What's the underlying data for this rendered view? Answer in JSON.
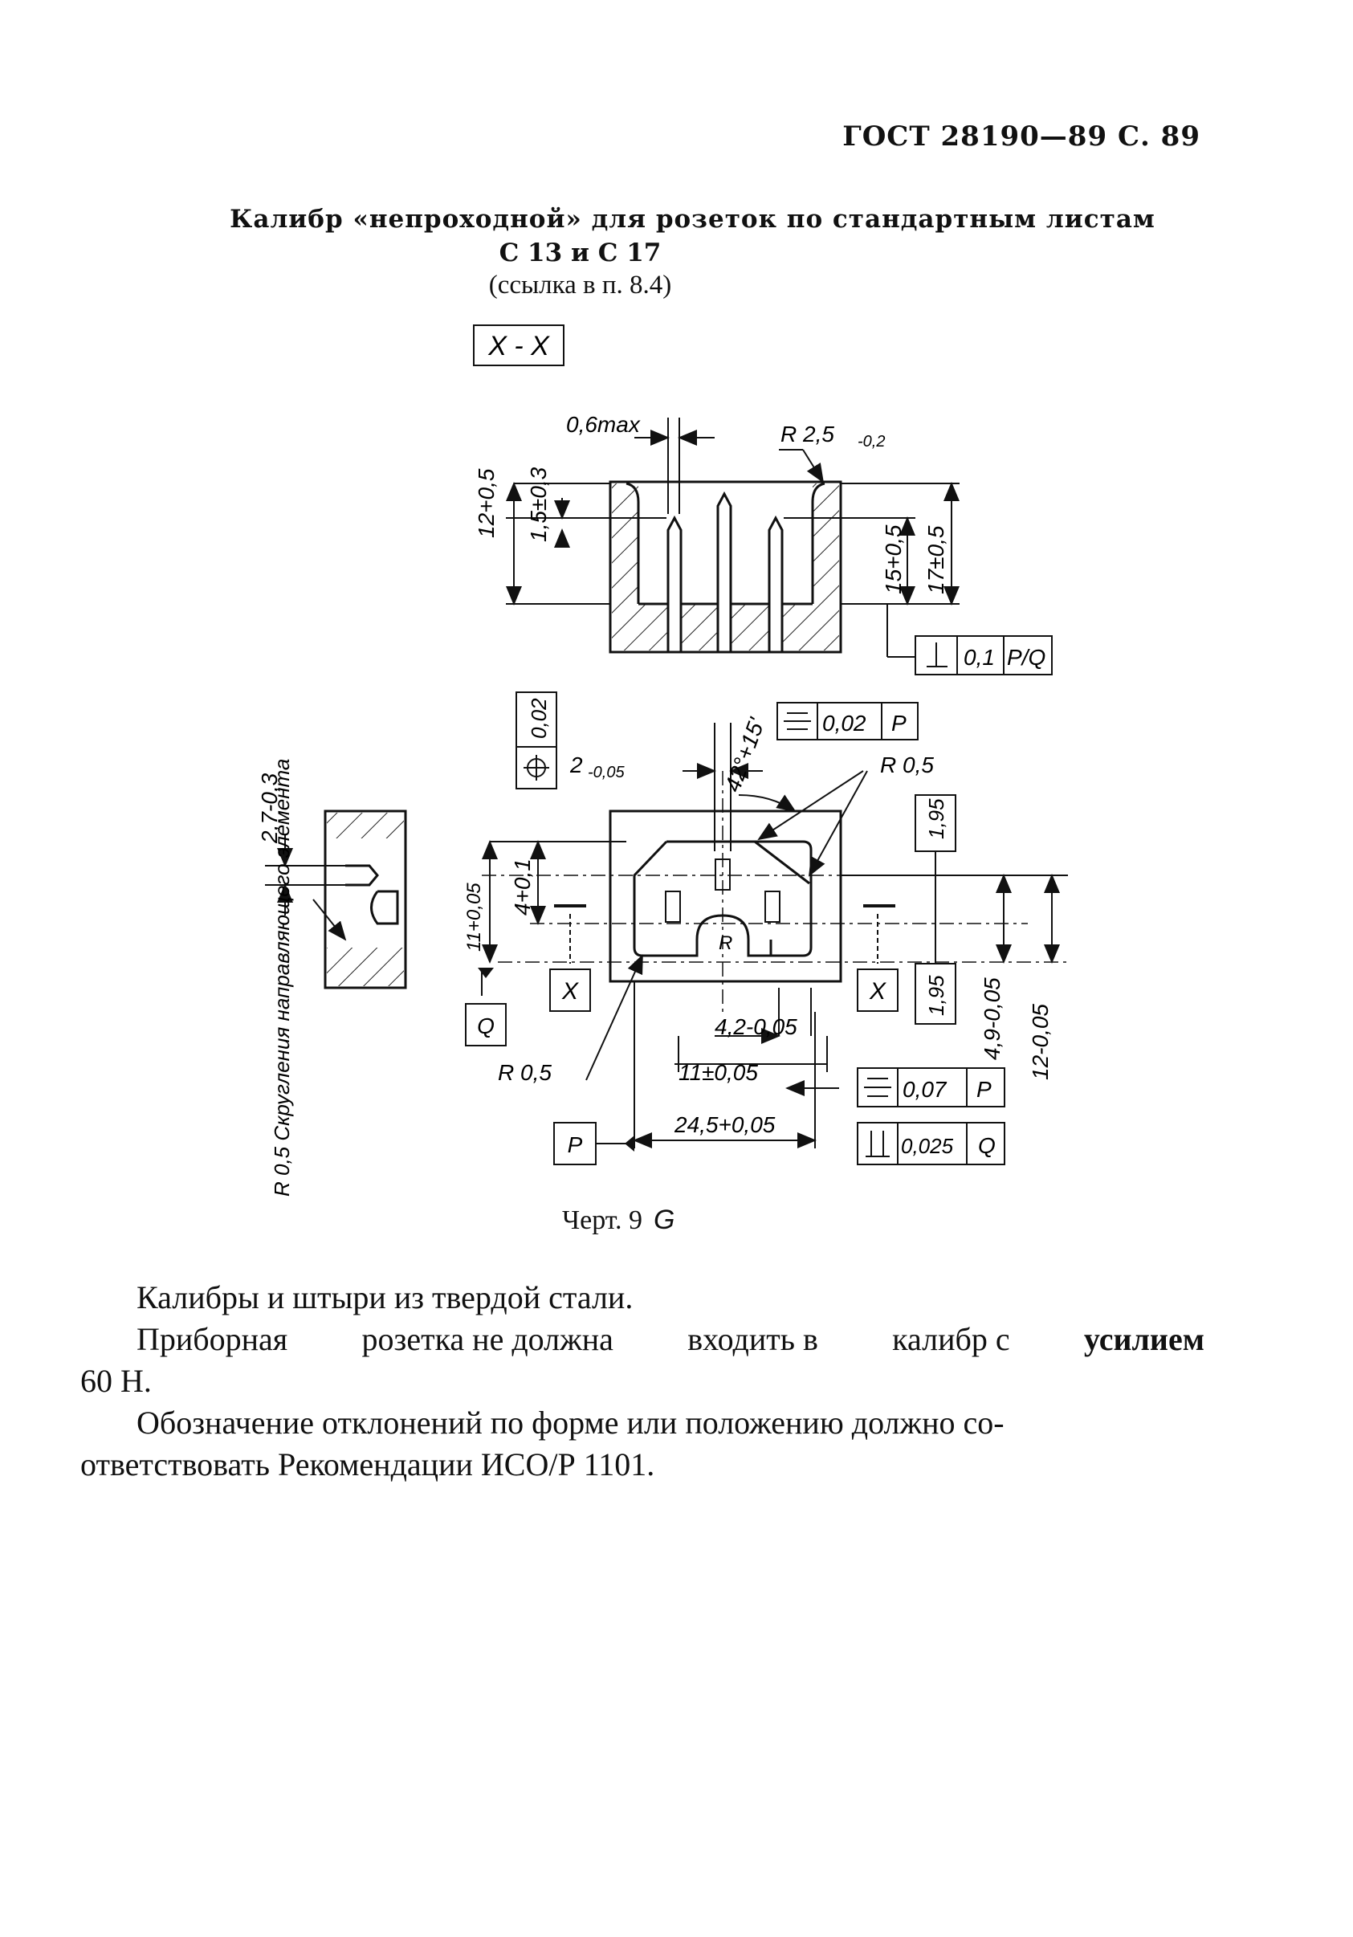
{
  "header": {
    "text": "ГОСТ 28190—89 С. 89"
  },
  "title": {
    "line1": "Калибр «непроходной» для розеток по стандартным листам",
    "line2": "С 13 и С 17",
    "line3": "(ссылка в п. 8.4)"
  },
  "drawing": {
    "section_label": "X - X",
    "labels": {
      "d_0_6max": "0,6max",
      "d_r25": "R 2,5",
      "d_r25_tol": "-0,2",
      "d_12": "12+0,5",
      "d_1_5": "1,5±0,3",
      "d_15": "15+0,5",
      "d_17": "17±0,5",
      "tol_perp": "0,1",
      "tol_perp_ref": "P/Q",
      "tol_pos": "0,02",
      "tol_sym_top": "0,02",
      "ref_p": "P",
      "d_2": "2",
      "d_2_tol": "-0,05",
      "d_angle": "42°+15'",
      "d_r05_top": "R 0,5",
      "d_1_95_top": "1,95",
      "d_2_7": "2,7-0,3",
      "d_4": "4+0,1",
      "d_11": "11+0,05",
      "x_left": "X",
      "x_right": "X",
      "q_box": "Q",
      "d_1_95_bot": "1,95",
      "d_4_9": "4,9-0,05",
      "d_12_05": "12-0,05",
      "d_4_2": "4,2-0,05",
      "r_inner": "R",
      "d_r05_bot": "R 0,5",
      "d_11_05": "11±0,05",
      "tol_sym_bot": "0,07",
      "tol_sym_bot_ref": "P",
      "d_24_5": "24,5+0,05",
      "p_box": "P",
      "tol_par": "0,025",
      "tol_par_ref": "Q",
      "side_note": "R 0,5 Скругления направляющего элемента"
    }
  },
  "caption": {
    "text": "Черт. 9",
    "letter": "G"
  },
  "body": {
    "line1": "Калибры и штыри из твердой стали.",
    "line2_parts": [
      "Приборная",
      "розетка не должна",
      "входить в",
      "калибр с",
      "усилием"
    ],
    "line3": "60 Н.",
    "line4": "Обозначение отклонений по форме или положению должно со-",
    "line5": "ответствовать Рекомендации ИСО/Р 1101."
  }
}
